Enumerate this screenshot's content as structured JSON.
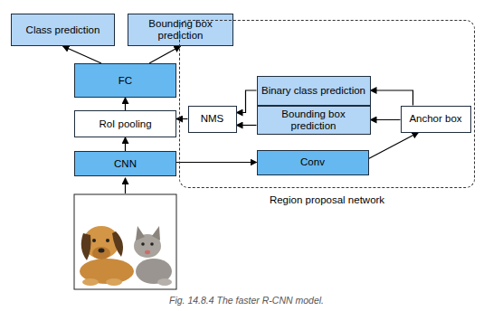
{
  "diagram": {
    "caption": "Fig. 14.8.4 The faster R-CNN model.",
    "nodes": [
      {
        "text": [
          "Class prediction"
        ]
      },
      {
        "text": [
          "Bounding box prediction"
        ]
      },
      {
        "text": [
          "FC"
        ]
      },
      {
        "text": [
          "RoI pooling"
        ]
      },
      {
        "text": [
          "CNN"
        ]
      },
      {
        "text": [
          "Region proposal network"
        ]
      },
      {
        "text": [
          "Binary class prediction"
        ],
        "in": 5
      },
      {
        "text": [
          "Bounding box prediction"
        ],
        "in": 5
      },
      {
        "text": [
          "NMS"
        ],
        "in": 5
      },
      {
        "text": [
          "Anchor box"
        ],
        "in": 5
      },
      {
        "text": [
          "Conv"
        ],
        "in": 5
      }
    ],
    "edges": [
      {
        "from": 2,
        "to": 0,
        "arrow": "to"
      },
      {
        "from": 2,
        "to": 1,
        "arrow": "to"
      },
      {
        "from": 3,
        "to": 2,
        "arrow": "to"
      },
      {
        "from": 4,
        "to": 3,
        "arrow": "to"
      },
      {
        "from": 4,
        "to": 10,
        "arrow": "to"
      },
      {
        "from": 10,
        "to": 9,
        "arrow": "to"
      },
      {
        "from": 9,
        "to": 6,
        "arrow": "to"
      },
      {
        "from": 9,
        "to": 7,
        "arrow": "to"
      },
      {
        "from": 6,
        "to": 8,
        "arrow": "to"
      },
      {
        "from": 7,
        "to": 8,
        "arrow": "to"
      },
      {
        "from": 8,
        "to": 3,
        "arrow": "to"
      }
    ]
  }
}
